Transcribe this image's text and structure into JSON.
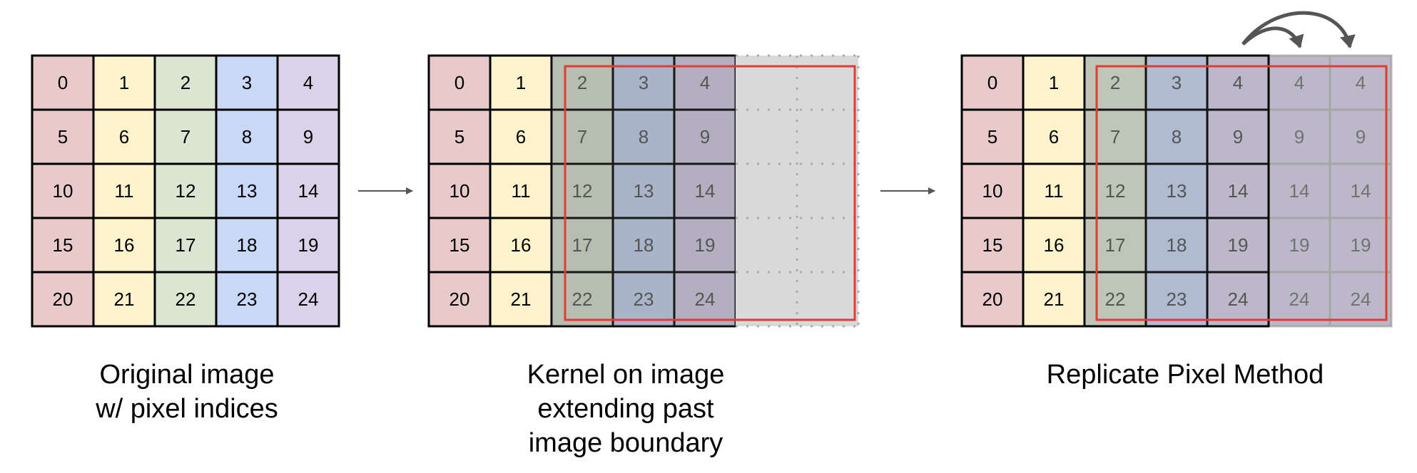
{
  "colors": {
    "col0": "#E8CACA",
    "col1": "#FCF3CD",
    "col2": "#DAE6D2",
    "col3": "#C9D8F4",
    "col4": "#D9D2E9",
    "grid_line": "#000000",
    "kernel_outline": "#E03C32",
    "kernel_overlay": "#555555",
    "padding_fill": "#D9D9D9",
    "padding_dots": "#AAAAAA",
    "arrow": "#555555"
  },
  "grid": {
    "rows": [
      [
        0,
        1,
        2,
        3,
        4
      ],
      [
        5,
        6,
        7,
        8,
        9
      ],
      [
        10,
        11,
        12,
        13,
        14
      ],
      [
        15,
        16,
        17,
        18,
        19
      ],
      [
        20,
        21,
        22,
        23,
        24
      ]
    ]
  },
  "replicated_columns": {
    "rows": [
      [
        4,
        4
      ],
      [
        9,
        9
      ],
      [
        14,
        14
      ],
      [
        19,
        19
      ],
      [
        24,
        24
      ]
    ]
  },
  "panels": {
    "original": {
      "caption_lines": [
        "Original image",
        "w/ pixel indices"
      ]
    },
    "kernel": {
      "caption_lines": [
        "Kernel on image",
        "extending past",
        "image boundary"
      ]
    },
    "replicate": {
      "caption_lines": [
        "Replicate Pixel Method"
      ]
    }
  }
}
